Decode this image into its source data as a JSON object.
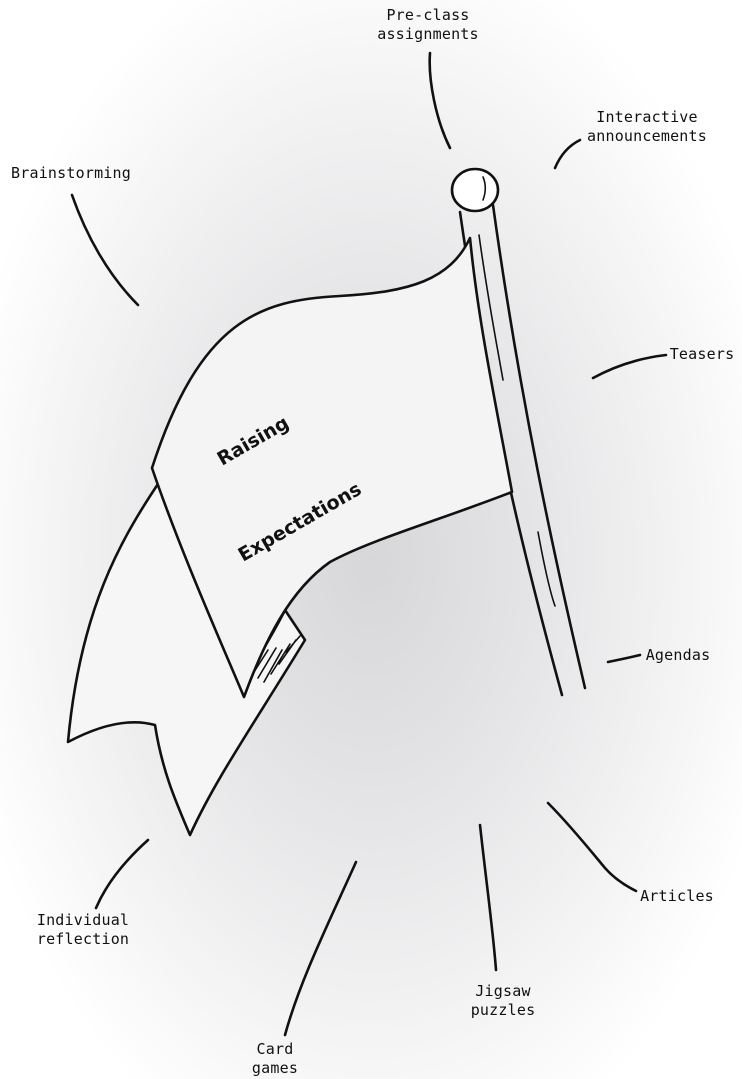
{
  "center": {
    "line1": "Raising",
    "line2": "Expectations"
  },
  "strategies": [
    "Pre-class\nassignments",
    "Interactive\nannouncements",
    "Brainstorming",
    "Teasers",
    "Agendas",
    "Articles",
    "Jigsaw\npuzzles",
    "Card\ngames",
    "Individual\nreflection"
  ]
}
